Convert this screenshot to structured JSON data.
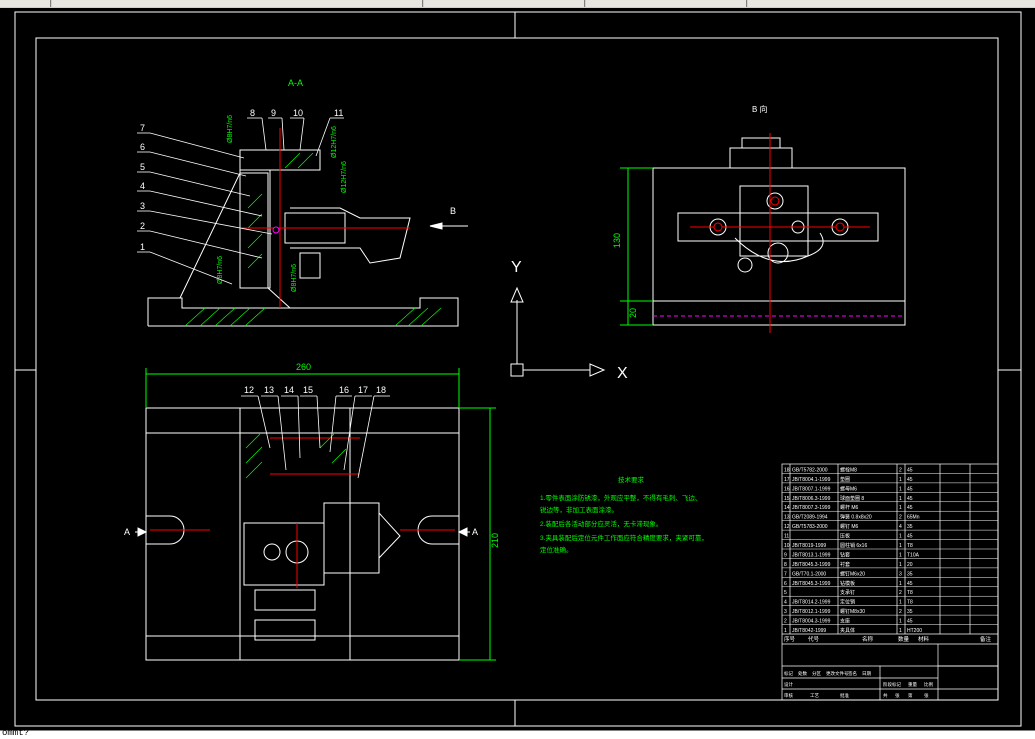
{
  "views": {
    "section_aa": "A-A",
    "view_b": "B 向",
    "arrow_b": "B",
    "arrow_a": "A",
    "label_a_right": "A"
  },
  "balloons_top": [
    "8",
    "9",
    "10",
    "11"
  ],
  "balloons_left": [
    "7",
    "6",
    "5",
    "4",
    "3",
    "2",
    "1"
  ],
  "balloons_plan": [
    "12",
    "13",
    "14",
    "15",
    "16",
    "17",
    "18"
  ],
  "dims": {
    "width_260": "260",
    "height_210": "210",
    "height_130": "130",
    "height_20": "20"
  },
  "ucs": {
    "y": "Y",
    "x": "X"
  },
  "tech": {
    "title": "技术要求",
    "lines": [
      "1.零件表面涂防锈漆，外观应平整，不得有毛刺、飞边、",
      "  锐边等，非加工表面涂漆。",
      "2.装配后各活动部分应灵活，无卡滞现象。",
      "3.夹具装配后定位元件工作面应符合精度要求，夹紧可靠，",
      "  定位准确。"
    ]
  },
  "bom": {
    "rows": [
      [
        "18",
        "GB/T5782-2000",
        "螺栓M8",
        "2",
        "45"
      ],
      [
        "17",
        "JB/T8004.1-1999",
        "垫圈",
        "1",
        "45"
      ],
      [
        "16",
        "JB/T8007.1-1999",
        "螺母M6",
        "1",
        "45"
      ],
      [
        "15",
        "JB/T8006.3-1999",
        "球面垫圈 8",
        "1",
        "45"
      ],
      [
        "14",
        "JB/T8007.3-1999",
        "螺杆 M6",
        "1",
        "45"
      ],
      [
        "13",
        "GB/T2089-1994",
        "弹簧 0.8x8x20",
        "2",
        "65Mn"
      ],
      [
        "12",
        "GB/T5783-2000",
        "螺钉 M6",
        "4",
        "35"
      ],
      [
        "11",
        "",
        "压板",
        "1",
        "45"
      ],
      [
        "10",
        "JB/T8019-1999",
        "圆柱销 6x16",
        "1",
        "T8"
      ],
      [
        "9",
        "JB/T8013.1-1999",
        "钻套",
        "1",
        "T10A"
      ],
      [
        "8",
        "JB/T8045.3-1999",
        "衬套",
        "1",
        "20"
      ],
      [
        "7",
        "GB/T70.1-2000",
        "螺钉M6x20",
        "3",
        "35"
      ],
      [
        "6",
        "JB/T8045.3-1999",
        "钻模板",
        "1",
        "45"
      ],
      [
        "5",
        "",
        "支承钉",
        "2",
        "T8"
      ],
      [
        "4",
        "JB/T8014.2-1999",
        "定位销",
        "1",
        "T8"
      ],
      [
        "3",
        "JB/T8012.1-1999",
        "螺钉M8x30",
        "2",
        "35"
      ],
      [
        "2",
        "JB/T8004.3-1999",
        "支座",
        "1",
        "45"
      ],
      [
        "1",
        "JB/T8042-1999",
        "夹具体",
        "1",
        "HT200"
      ]
    ],
    "header": [
      "序号",
      "代号",
      "名称",
      "数量",
      "材料",
      "备注"
    ],
    "title_block": [
      "标记",
      "处数",
      "分区",
      "更改文件号",
      "签名",
      "日期",
      "设计",
      "审核",
      "工艺",
      "批准",
      "阶段标记",
      "重量",
      "比例",
      "共",
      "张",
      "第",
      "张"
    ]
  }
}
